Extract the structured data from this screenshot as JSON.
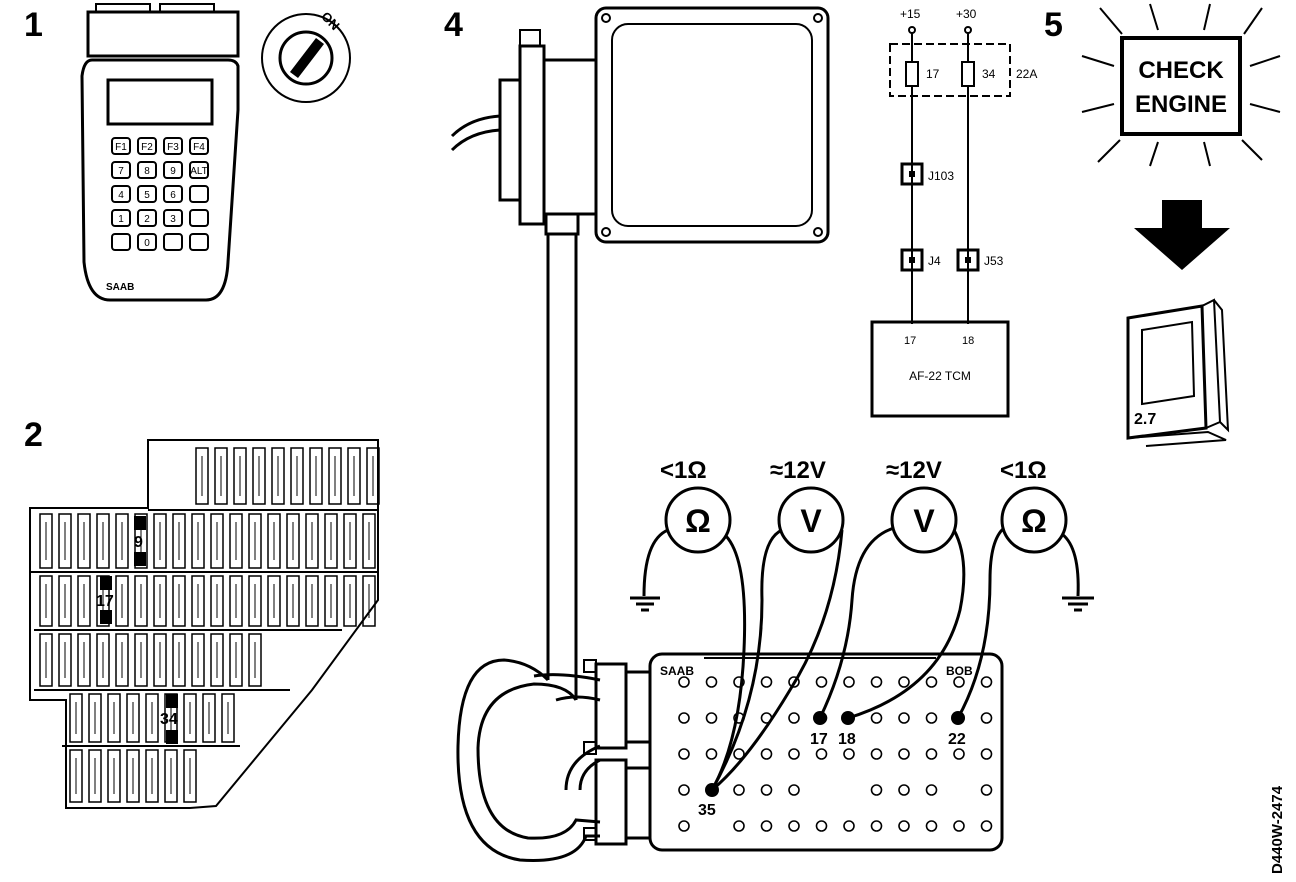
{
  "step_numbers": [
    "1",
    "2",
    "4",
    "5"
  ],
  "panel1": {
    "brand": "SAAB",
    "ignition_label": "ON",
    "keypad_keys": [
      "F1",
      "F2",
      "F3",
      "F4",
      "7",
      "8",
      "9",
      "ALT",
      "4",
      "5",
      "6",
      "",
      "1",
      "2",
      "3",
      "",
      "",
      "0",
      "",
      ""
    ]
  },
  "panel2": {
    "fuse_labels": [
      "9",
      "17",
      "34"
    ]
  },
  "panel4": {
    "circuit": {
      "supply_labels": [
        "+15",
        "+30"
      ],
      "fuse_labels": [
        "17",
        "34"
      ],
      "fuse_box_label": "22A",
      "connectors": [
        "J103",
        "J4",
        "J53"
      ],
      "pin_labels": [
        "17",
        "18"
      ],
      "module_label": "AF-22 TCM"
    },
    "meters": [
      {
        "reading": "<1Ω",
        "symbol": "Ω"
      },
      {
        "reading": "≈12V",
        "symbol": "V"
      },
      {
        "reading": "≈12V",
        "symbol": "V"
      },
      {
        "reading": "<1Ω",
        "symbol": "Ω"
      }
    ],
    "breakout_box": {
      "left_label": "SAAB",
      "right_label": "BOB",
      "pins": [
        "35",
        "17",
        "18",
        "22"
      ]
    }
  },
  "panel5": {
    "warning_text": [
      "CHECK",
      "ENGINE"
    ],
    "manual_section": "2.7"
  },
  "figure_code": "D440W-2474"
}
